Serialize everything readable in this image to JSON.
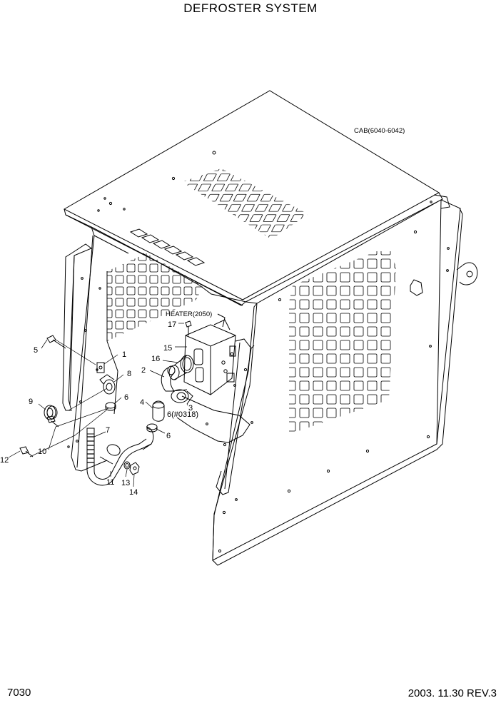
{
  "header": {
    "title": "DEFROSTER SYSTEM"
  },
  "footer": {
    "page_number": "7030",
    "date_revision": "2003. 11.30  REV.3"
  },
  "annotations": {
    "cab": "CAB(6040-6042)",
    "heater": "HEATER(2050)",
    "hash_note": "6(#0318)"
  },
  "callouts": {
    "c1": "1",
    "c2": "2",
    "c3": "3",
    "c4": "4",
    "c5": "5",
    "c6a": "6",
    "c6b": "6",
    "c7": "7",
    "c8": "8",
    "c9": "9",
    "c10": "10",
    "c11": "11",
    "c12": "12",
    "c13": "13",
    "c14": "14",
    "c15": "15",
    "c16": "16",
    "c17": "17"
  }
}
